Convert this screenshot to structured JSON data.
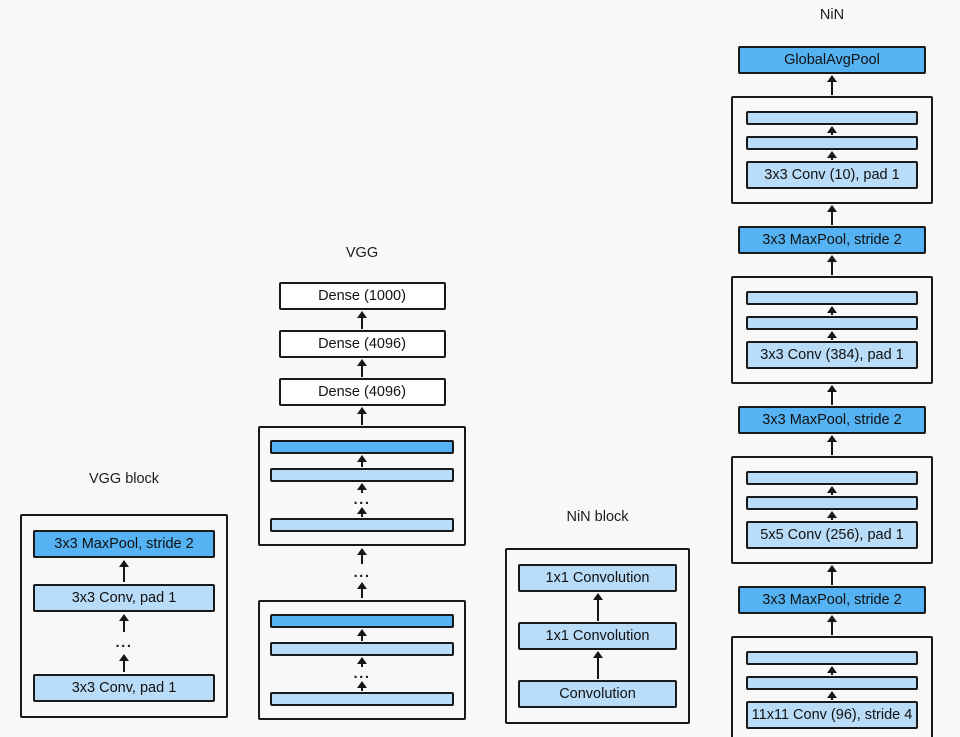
{
  "colors": {
    "dark_blue": "#55b2f3",
    "light_blue": "#b9dcf8",
    "white": "#ffffff",
    "border": "#1a1a1a",
    "background": "#f8f8f8"
  },
  "ellipsis": "...",
  "vgg_block": {
    "title": "VGG block",
    "layers": [
      {
        "label": "3x3 MaxPool, stride 2",
        "style": "dark"
      },
      {
        "label": "3x3 Conv, pad 1",
        "style": "light"
      },
      {
        "label": "3x3 Conv, pad 1",
        "style": "light"
      }
    ]
  },
  "vgg": {
    "title": "VGG",
    "dense_layers": [
      {
        "label": "Dense (1000)"
      },
      {
        "label": "Dense (4096)"
      },
      {
        "label": "Dense (4096)"
      }
    ]
  },
  "nin_block": {
    "title": "NiN block",
    "layers": [
      {
        "label": "1x1 Convolution"
      },
      {
        "label": "1x1 Convolution"
      },
      {
        "label": "Convolution"
      }
    ]
  },
  "nin": {
    "title": "NiN",
    "top_layer": "GlobalAvgPool",
    "maxpool_label": "3x3 MaxPool, stride 2",
    "conv_blocks": [
      {
        "conv_label": "3x3 Conv (10), pad 1"
      },
      {
        "conv_label": "3x3 Conv (384), pad 1"
      },
      {
        "conv_label": "5x5 Conv (256), pad 1"
      },
      {
        "conv_label": "11x11 Conv (96), stride 4"
      }
    ]
  }
}
